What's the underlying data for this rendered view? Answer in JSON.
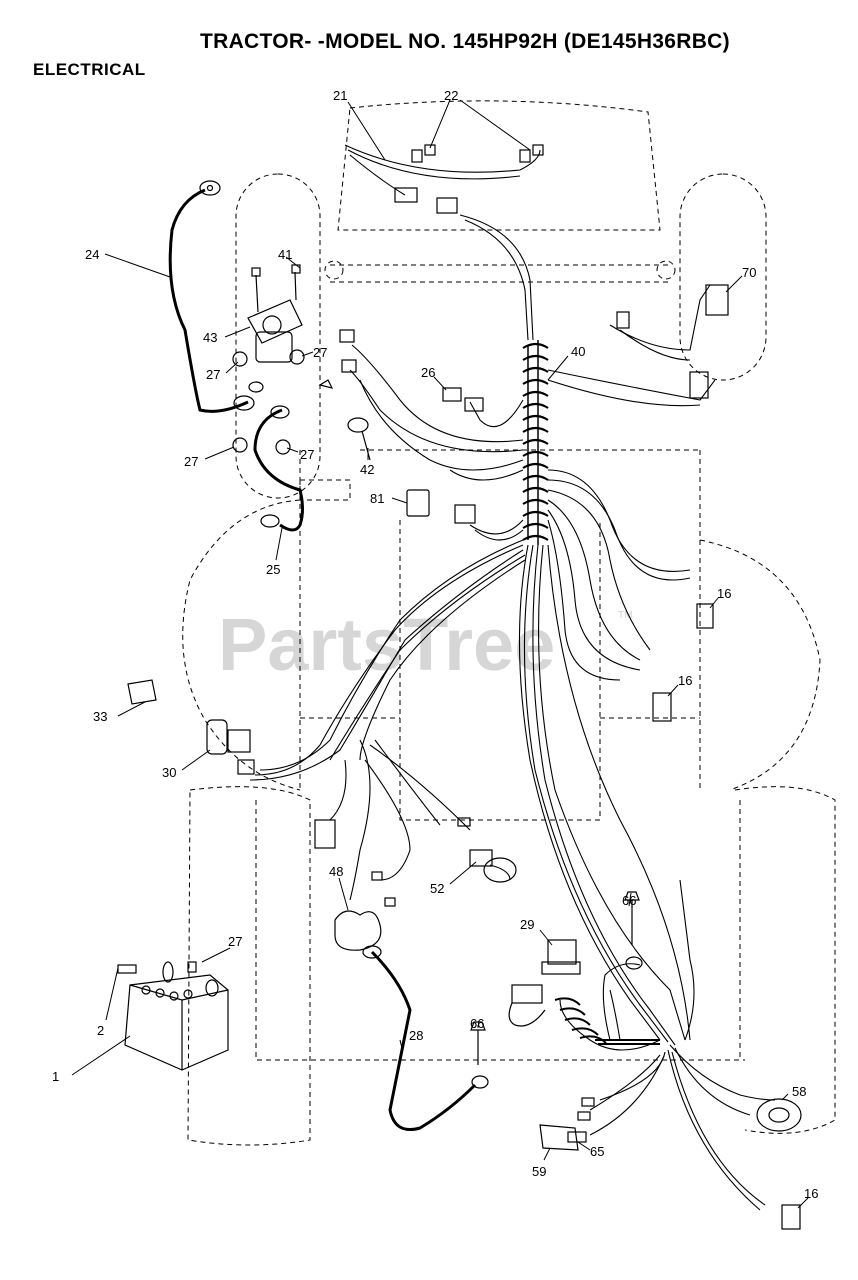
{
  "header": {
    "title": "TRACTOR- -MODEL NO. 145HP92H (DE145H36RBC)",
    "section": "ELECTRICAL"
  },
  "watermark": {
    "text": "PartsTree",
    "tm": "TM"
  },
  "callouts": [
    {
      "id": "c21",
      "label": "21"
    },
    {
      "id": "c22",
      "label": "22"
    },
    {
      "id": "c24",
      "label": "24"
    },
    {
      "id": "c41",
      "label": "41"
    },
    {
      "id": "c43",
      "label": "43"
    },
    {
      "id": "c27a",
      "label": "27"
    },
    {
      "id": "c27b",
      "label": "27"
    },
    {
      "id": "c27c",
      "label": "27"
    },
    {
      "id": "c27d",
      "label": "27"
    },
    {
      "id": "c42",
      "label": "42"
    },
    {
      "id": "c26",
      "label": "26"
    },
    {
      "id": "c40",
      "label": "40"
    },
    {
      "id": "c70",
      "label": "70"
    },
    {
      "id": "c81",
      "label": "81"
    },
    {
      "id": "c25",
      "label": "25"
    },
    {
      "id": "c16a",
      "label": "16"
    },
    {
      "id": "c16b",
      "label": "16"
    },
    {
      "id": "c33",
      "label": "33"
    },
    {
      "id": "c30",
      "label": "30"
    },
    {
      "id": "c48",
      "label": "48"
    },
    {
      "id": "c52",
      "label": "52"
    },
    {
      "id": "c66a",
      "label": "66"
    },
    {
      "id": "c29",
      "label": "29"
    },
    {
      "id": "c27e",
      "label": "27"
    },
    {
      "id": "c2",
      "label": "2"
    },
    {
      "id": "c28",
      "label": "28"
    },
    {
      "id": "c66b",
      "label": "66"
    },
    {
      "id": "c1",
      "label": "1"
    },
    {
      "id": "c58",
      "label": "58"
    },
    {
      "id": "c59",
      "label": "59"
    },
    {
      "id": "c65",
      "label": "65"
    },
    {
      "id": "c16c",
      "label": "16"
    }
  ]
}
